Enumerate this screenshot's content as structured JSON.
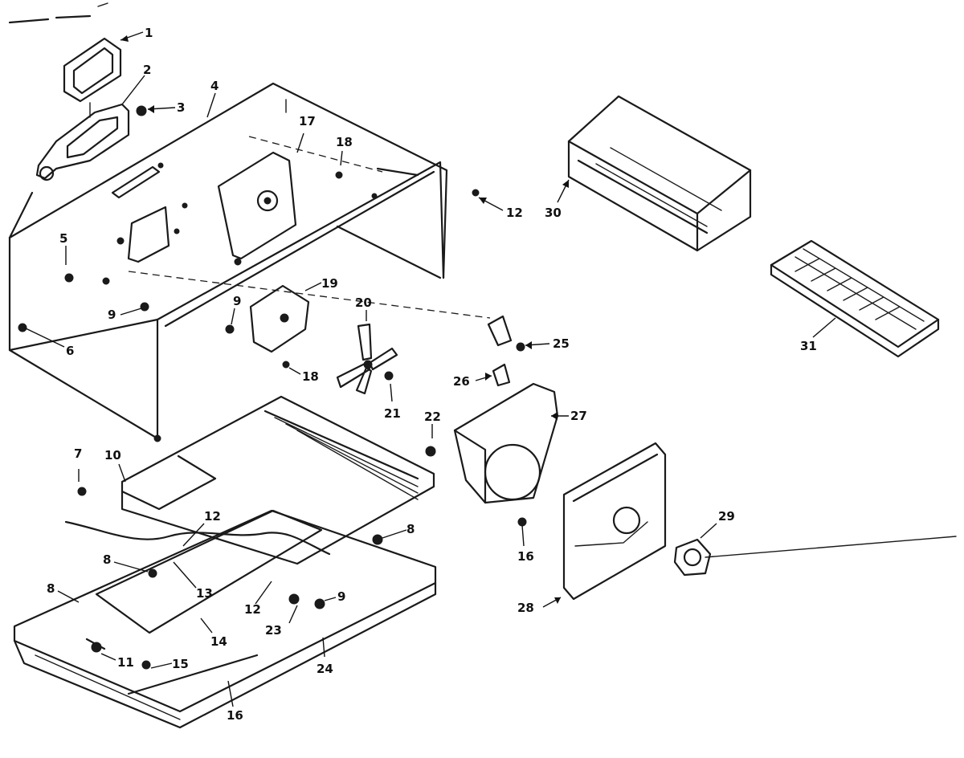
{
  "callouts": [
    {
      "id": "c1",
      "label": "1"
    },
    {
      "id": "c2",
      "label": "2"
    },
    {
      "id": "c3",
      "label": "3"
    },
    {
      "id": "c4",
      "label": "4"
    },
    {
      "id": "c5",
      "label": "5"
    },
    {
      "id": "c6",
      "label": "6"
    },
    {
      "id": "c7",
      "label": "7"
    },
    {
      "id": "c8a",
      "label": "8"
    },
    {
      "id": "c8b",
      "label": "8"
    },
    {
      "id": "c8c",
      "label": "8"
    },
    {
      "id": "c9a",
      "label": "9"
    },
    {
      "id": "c9b",
      "label": "9"
    },
    {
      "id": "c9c",
      "label": "9"
    },
    {
      "id": "c10",
      "label": "10"
    },
    {
      "id": "c11",
      "label": "11"
    },
    {
      "id": "c12a",
      "label": "12"
    },
    {
      "id": "c12b",
      "label": "12"
    },
    {
      "id": "c12c",
      "label": "12"
    },
    {
      "id": "c13",
      "label": "13"
    },
    {
      "id": "c14",
      "label": "14"
    },
    {
      "id": "c15",
      "label": "15"
    },
    {
      "id": "c16a",
      "label": "16"
    },
    {
      "id": "c16b",
      "label": "16"
    },
    {
      "id": "c17",
      "label": "17"
    },
    {
      "id": "c18a",
      "label": "18"
    },
    {
      "id": "c18b",
      "label": "18"
    },
    {
      "id": "c19",
      "label": "19"
    },
    {
      "id": "c20",
      "label": "20"
    },
    {
      "id": "c21",
      "label": "21"
    },
    {
      "id": "c22",
      "label": "22"
    },
    {
      "id": "c23",
      "label": "23"
    },
    {
      "id": "c24",
      "label": "24"
    },
    {
      "id": "c25",
      "label": "25"
    },
    {
      "id": "c26",
      "label": "26"
    },
    {
      "id": "c27",
      "label": "27"
    },
    {
      "id": "c28",
      "label": "28"
    },
    {
      "id": "c29",
      "label": "29"
    },
    {
      "id": "c30",
      "label": "30"
    },
    {
      "id": "c31",
      "label": "31"
    }
  ]
}
